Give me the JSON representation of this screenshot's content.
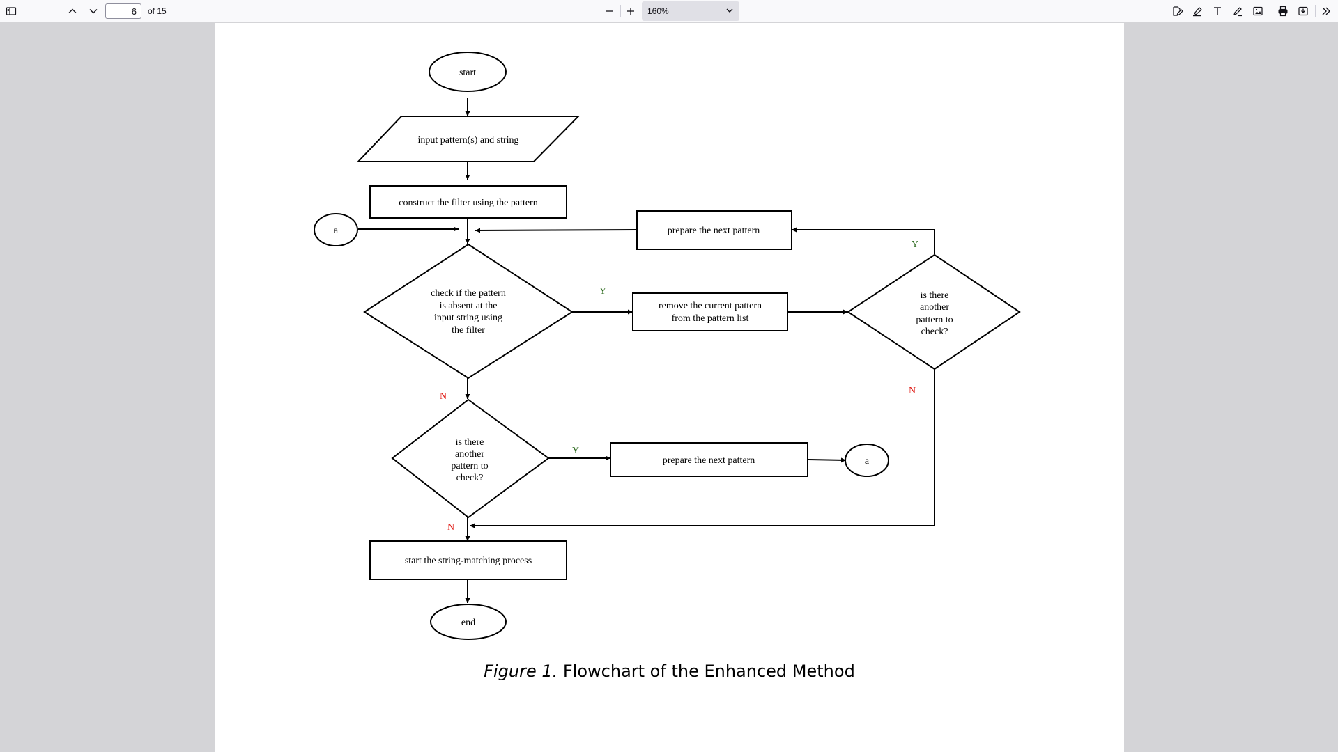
{
  "toolbar": {
    "page_current": "6",
    "page_count": "of 15",
    "zoom": "160%"
  },
  "icons": {
    "sidebar": "sidebar-toggle-icon",
    "prev": "chevron-up-icon",
    "next": "chevron-down-icon",
    "zoom_out": "minus-icon",
    "zoom_in": "plus-icon",
    "dropdown": "chevron-down-icon",
    "tools": [
      "edit-document-icon",
      "highlight-icon",
      "text-icon",
      "draw-icon",
      "image-icon",
      "print-icon",
      "save-icon",
      "more-tools-icon"
    ]
  },
  "flowchart": {
    "start": "start",
    "input": "input pattern(s) and string",
    "construct": "construct the filter using the pattern",
    "connector_a_left": "a",
    "prepare_top": "prepare the next pattern",
    "check": [
      "check if the pattern",
      "is absent at the",
      "input string using",
      "the filter"
    ],
    "remove": [
      "remove the current pattern",
      "from the pattern list"
    ],
    "another_right": [
      "is there",
      "another",
      "pattern to",
      "check?"
    ],
    "another_bottom": [
      "is there",
      "another",
      "pattern to",
      "check?"
    ],
    "prepare_bottom": "prepare the next pattern",
    "connector_a_right": "a",
    "start_matching": "start the string-matching process",
    "end": "end",
    "label_y_check": "Y",
    "label_n_check": "N",
    "label_y_right": "Y",
    "label_n_right": "N",
    "label_y_bottom": "Y",
    "label_n_bottom": "N"
  },
  "caption": {
    "label": "Figure 1.",
    "text": " Flowchart of the Enhanced Method"
  },
  "colors": {
    "yes_label": "#2e6b1f",
    "no_label": "#e0201a",
    "viewer_bg": "#d4d4d7"
  }
}
